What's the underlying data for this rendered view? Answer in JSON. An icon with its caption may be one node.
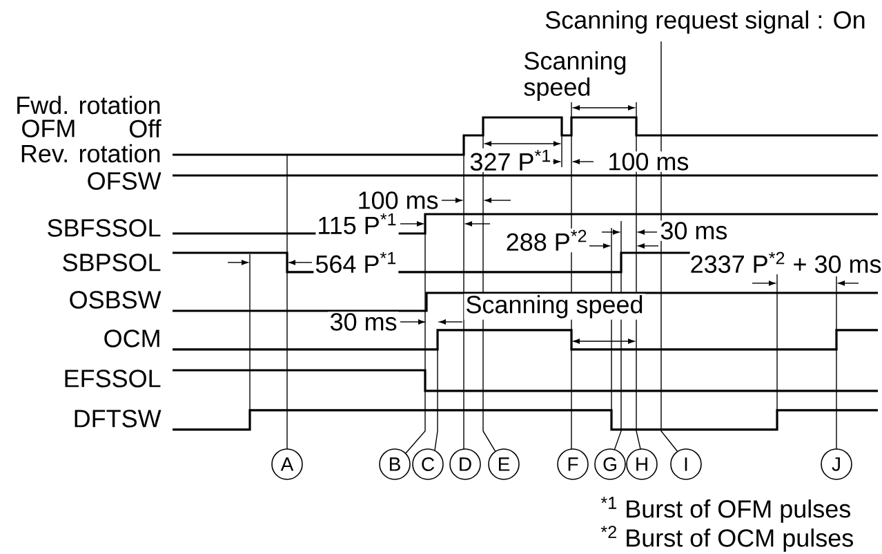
{
  "diagram": {
    "labels": [
      "Scanning request signal : On",
      "Scanning speed",
      "Fwd. rotation",
      "OFM",
      "Off",
      "Rev. rotation",
      "327 P$^{*1}$",
      "100 ms",
      "OFSW",
      "100 ms",
      "SBFSSOL",
      "115 P$^{*1}$",
      "288 P$^{*2}$",
      "30 ms",
      "SBPSOL",
      "564 P$^{*1}$",
      "2337 P$^{*2}$ + 30 ms",
      "OSBSW",
      "Scanning speed",
      "30 ms",
      "OCM",
      "EFSSOL",
      "DFTSW",
      "A",
      "B",
      "C",
      "D",
      "E",
      "F",
      "G",
      "H",
      "I",
      "J",
      "$^{*1}$ Burst of OFM pulses",
      "$^{*2}$ Burst of OCM pulses"
    ]
  }
}
